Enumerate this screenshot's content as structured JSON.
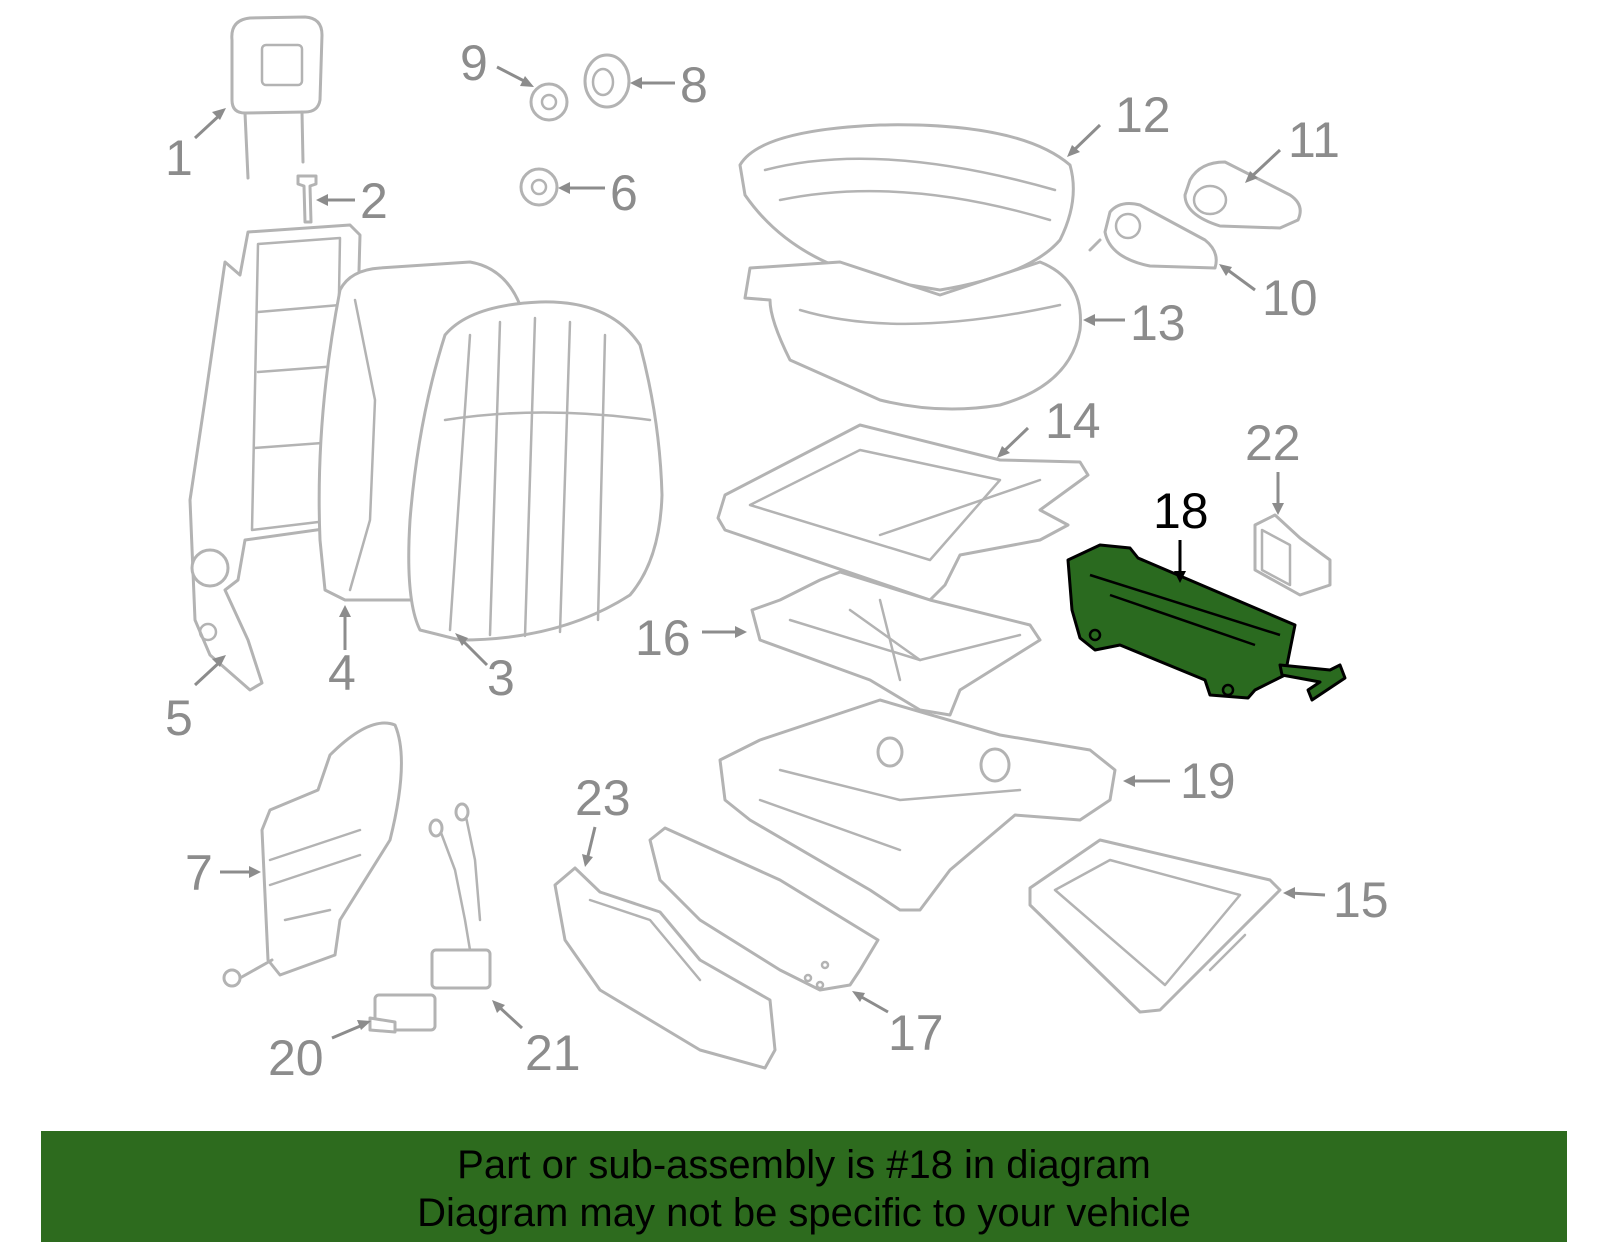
{
  "diagram": {
    "highlighted_part": "18",
    "callouts": [
      "1",
      "2",
      "3",
      "4",
      "5",
      "6",
      "7",
      "8",
      "9",
      "10",
      "11",
      "12",
      "13",
      "14",
      "15",
      "16",
      "17",
      "18",
      "19",
      "20",
      "21",
      "22",
      "23"
    ]
  },
  "footer": {
    "line1": "Part or sub-assembly is #18 in diagram",
    "line2": "Diagram may not be specific to your vehicle"
  },
  "colors": {
    "highlight": "#2a6a1f",
    "banner": "#2d6b1e",
    "outline": "#b3b3b3",
    "callout_text": "#8c8c8c"
  }
}
